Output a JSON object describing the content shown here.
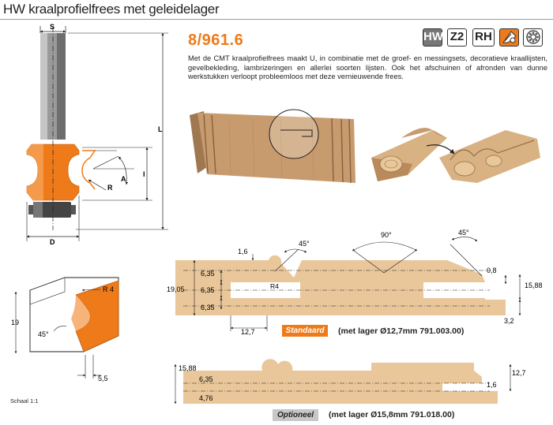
{
  "title": "HW kraalprofielfrees met geleidelager",
  "product_code": "8/961.6",
  "description": "Met de CMT kraalprofielfrees maakt U, in combinatie met de groef- en messingsets, decoratieve kraallijsten, gevelbekleding, lambrizeringen en allerlei soorten lijsten. Ook het afschuinen of afronden van dunne werkstukken verloopt probleemloos met deze vernieuwende frees.",
  "badges": {
    "hw": "HW",
    "z2": "Z2",
    "rh": "RH"
  },
  "icons": {
    "bearing_cutter": "bearing-cutter-icon",
    "bearing": "bearing-icon"
  },
  "bit_diagram": {
    "shank": "S",
    "length": "L",
    "height": "I",
    "radius": "R",
    "angle": "A",
    "diameter": "D"
  },
  "block_diagram": {
    "radius": "R 4",
    "height": "19",
    "angle": "45°",
    "offset": "5,5"
  },
  "profile_standard": {
    "angle_left": "45°",
    "angle_mid": "90°",
    "angle_right": "45°",
    "dim_top": "1,6",
    "radius": "R4",
    "dim_a": "6,35",
    "dim_b": "6,35",
    "dim_c": "6,35",
    "height": "19,05",
    "width": "12,7",
    "right_small": "0,8",
    "right_height": "15,88",
    "right_bottom": "3,2"
  },
  "profile_optional": {
    "height": "15,88",
    "dim_a": "6,35",
    "dim_b": "4,76",
    "right_height": "12,7",
    "right_small": "1,6"
  },
  "labels": {
    "standaard": "Standaard",
    "standaard_note": "(met lager Ø12,7mm 791.003.00)",
    "optioneel": "Optioneel",
    "optioneel_note": "(met lager Ø15,8mm 791.018.00)",
    "scale": "Schaal 1:1"
  },
  "colors": {
    "accent": "#ee7a1a",
    "wood": "#e9c79b",
    "wood_dark": "#c9a074",
    "grey": "#777777"
  }
}
